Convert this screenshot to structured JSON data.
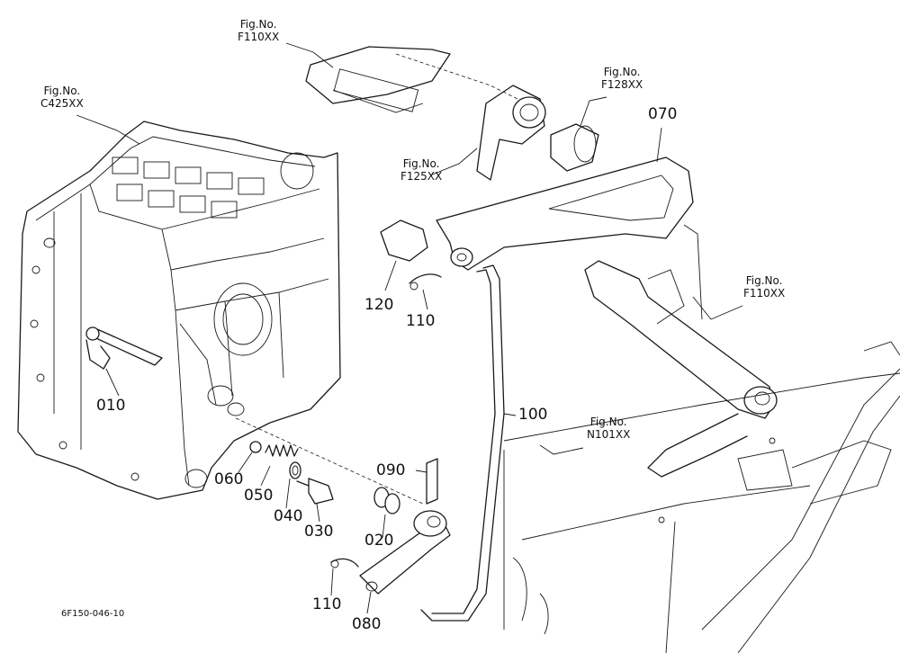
{
  "figure_refs": [
    {
      "id": "ref-f110-top",
      "line1": "Fig.No.",
      "line2": "F110XX"
    },
    {
      "id": "ref-c425",
      "line1": "Fig.No.",
      "line2": "C425XX"
    },
    {
      "id": "ref-f128",
      "line1": "Fig.No.",
      "line2": "F128XX"
    },
    {
      "id": "ref-f125",
      "line1": "Fig.No.",
      "line2": "F125XX"
    },
    {
      "id": "ref-f110-right",
      "line1": "Fig.No.",
      "line2": "F110XX"
    },
    {
      "id": "ref-n101",
      "line1": "Fig.No.",
      "line2": "N101XX"
    }
  ],
  "parts": {
    "p010": "010",
    "p020": "020",
    "p030": "030",
    "p040": "040",
    "p050": "050",
    "p060": "060",
    "p070": "070",
    "p080": "080",
    "p090": "090",
    "p100": "100",
    "p110a": "110",
    "p110b": "110",
    "p120": "120"
  },
  "diagram_code": "6F150-046-10"
}
